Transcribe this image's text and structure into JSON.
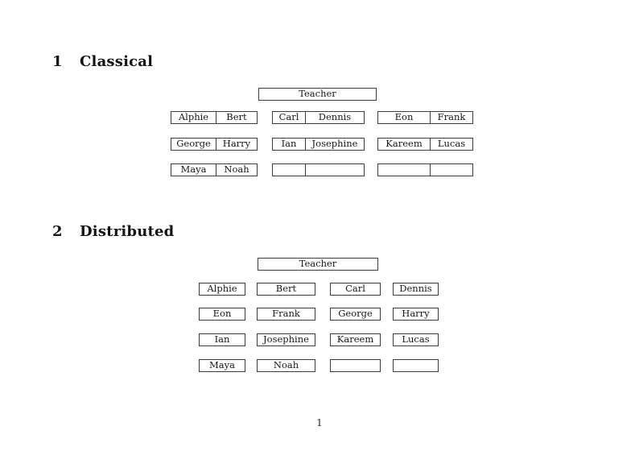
{
  "page_number": "1",
  "sections": {
    "classical": {
      "number": "1",
      "title": "Classical"
    },
    "distributed": {
      "number": "2",
      "title": "Distributed"
    }
  },
  "classical": {
    "teacher_label": "Teacher",
    "desks": [
      {
        "left": "Alphie",
        "right": "Bert"
      },
      {
        "left": "Carl",
        "right": "Dennis"
      },
      {
        "left": "Eon",
        "right": "Frank"
      },
      {
        "left": "George",
        "right": "Harry"
      },
      {
        "left": "Ian",
        "right": "Josephine"
      },
      {
        "left": "Kareem",
        "right": "Lucas"
      },
      {
        "left": "Maya",
        "right": "Noah"
      },
      {
        "left": "",
        "right": ""
      },
      {
        "left": "",
        "right": ""
      }
    ]
  },
  "distributed": {
    "teacher_label": "Teacher",
    "seats": [
      "Alphie",
      "Bert",
      "Carl",
      "Dennis",
      "Eon",
      "Frank",
      "George",
      "Harry",
      "Ian",
      "Josephine",
      "Kareem",
      "Lucas",
      "Maya",
      "Noah",
      "",
      ""
    ]
  }
}
